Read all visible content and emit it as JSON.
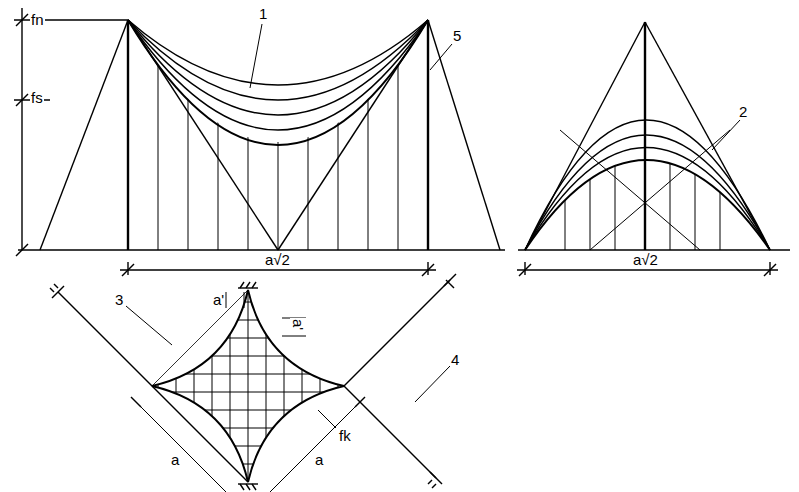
{
  "diagram": {
    "labels": [
      "fn",
      "1",
      "fs",
      "5",
      "a√2",
      "2",
      "a√2",
      "a'",
      "a'",
      "3",
      "4",
      "fk",
      "a",
      "a"
    ]
  }
}
